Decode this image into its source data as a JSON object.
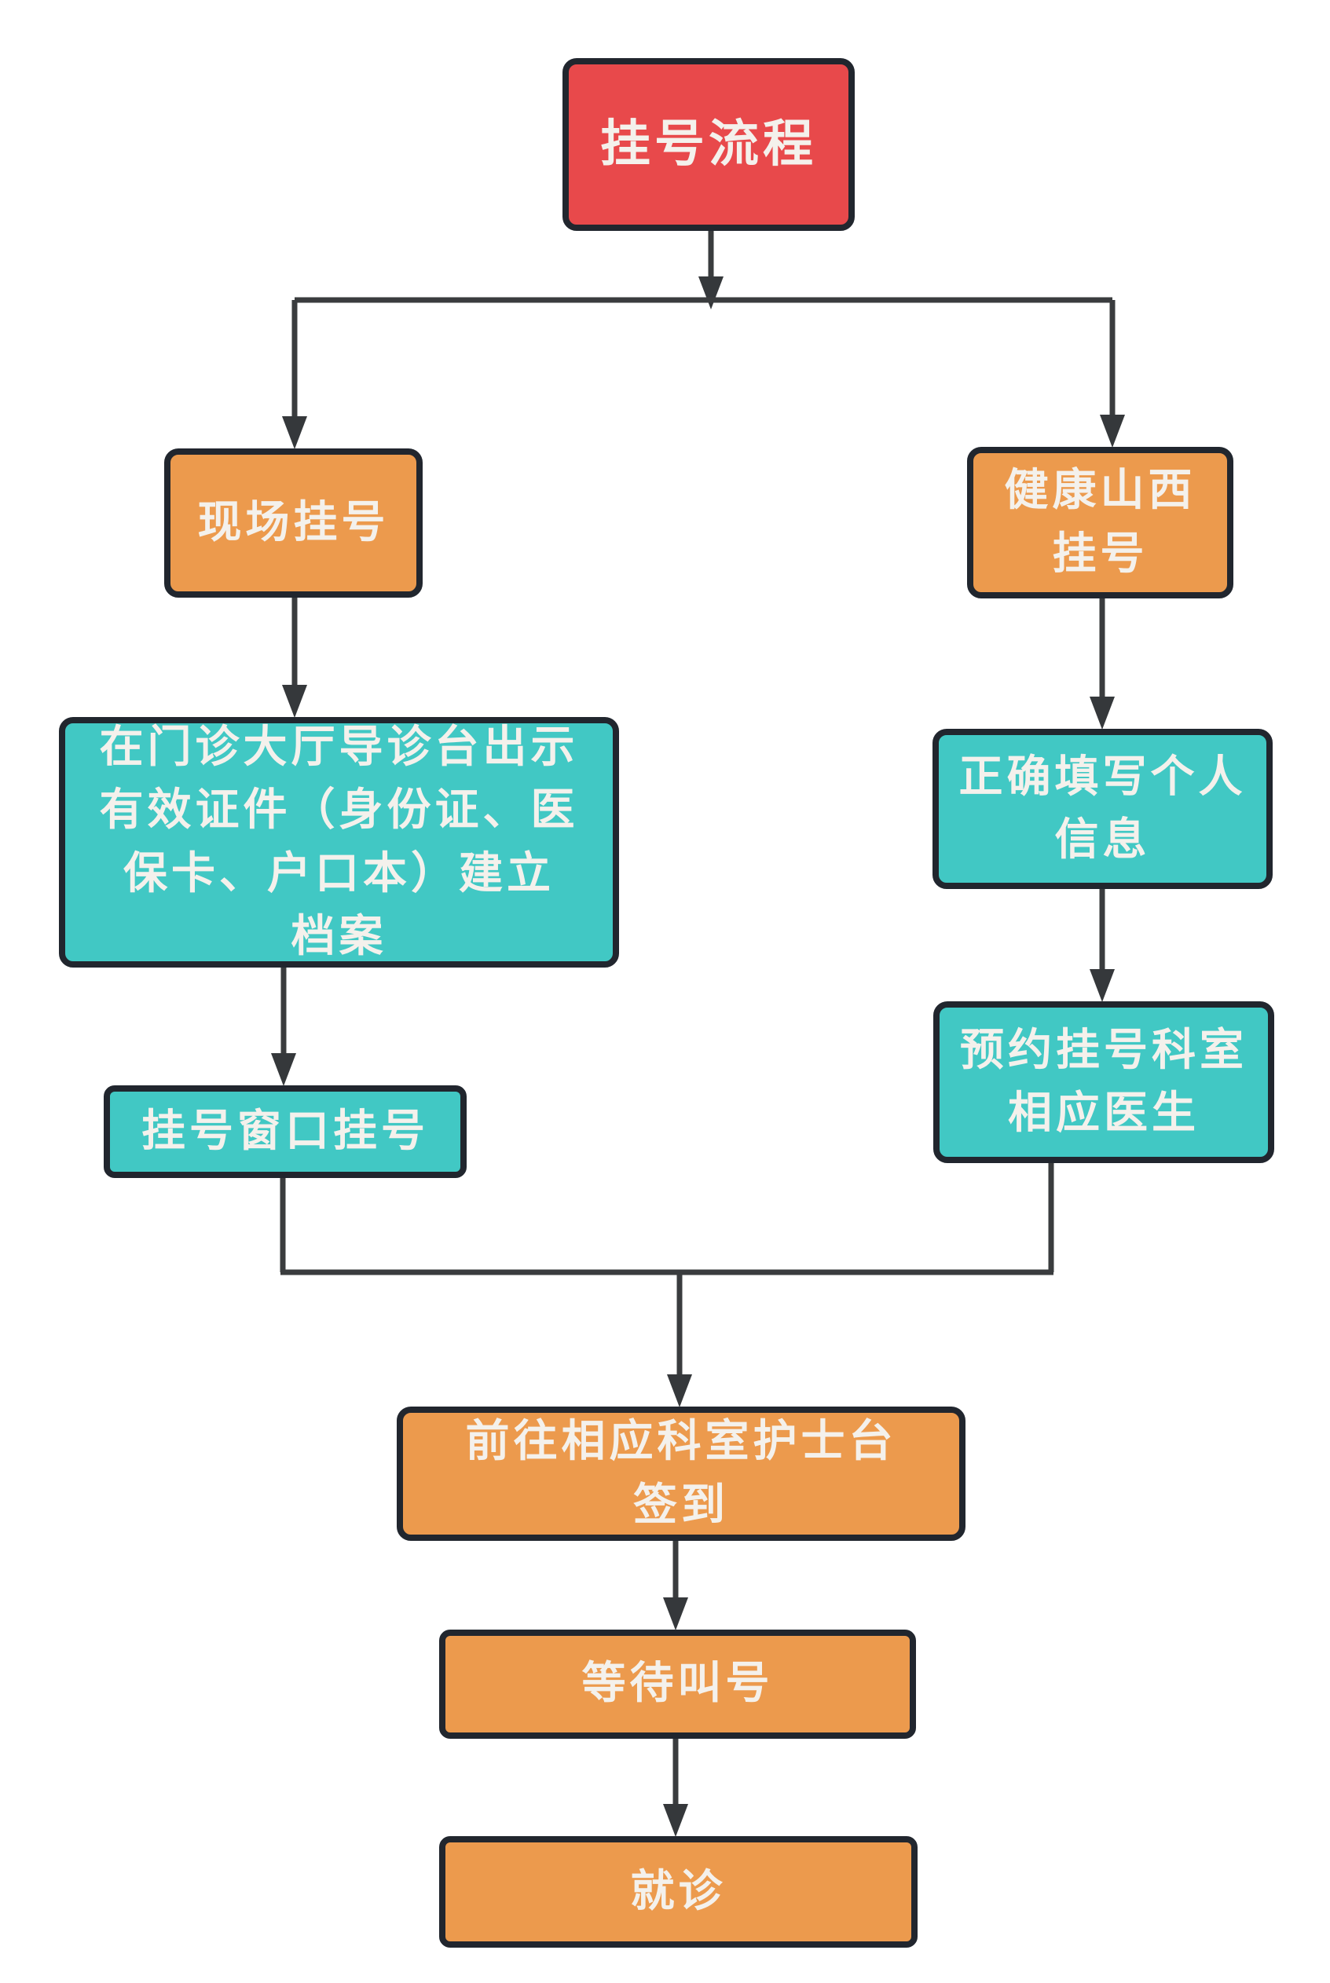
{
  "diagram": {
    "title": "挂号流程",
    "nodes": {
      "title": {
        "label": "挂号流程",
        "role": "start",
        "fill": "#e8494b"
      },
      "onsite": {
        "label": "现场挂号",
        "role": "branch",
        "fill": "#ec9a4d"
      },
      "online": {
        "label": "健康山西\n挂号",
        "role": "branch",
        "fill": "#ec9a4d"
      },
      "docs": {
        "label": "在门诊大厅导诊台出示\n有效证件（身份证、医\n保卡、户口本）建立\n档案",
        "role": "step",
        "fill": "#41c8c4"
      },
      "window": {
        "label": "挂号窗口挂号",
        "role": "step",
        "fill": "#41c8c4"
      },
      "fillinfo": {
        "label": "正确填写个人\n信息",
        "role": "step",
        "fill": "#41c8c4"
      },
      "appointment": {
        "label": "预约挂号科室\n相应医生",
        "role": "step",
        "fill": "#41c8c4"
      },
      "checkin": {
        "label": "前往相应科室护士台\n签到",
        "role": "step",
        "fill": "#ec9a4d"
      },
      "wait": {
        "label": "等待叫号",
        "role": "step",
        "fill": "#ec9a4d"
      },
      "visit": {
        "label": "就诊",
        "role": "end",
        "fill": "#ec9a4d"
      }
    },
    "edges": [
      {
        "from": "title",
        "to": "onsite"
      },
      {
        "from": "title",
        "to": "online"
      },
      {
        "from": "onsite",
        "to": "docs"
      },
      {
        "from": "docs",
        "to": "window"
      },
      {
        "from": "online",
        "to": "fillinfo"
      },
      {
        "from": "fillinfo",
        "to": "appointment"
      },
      {
        "from": "window",
        "to": "checkin"
      },
      {
        "from": "appointment",
        "to": "checkin"
      },
      {
        "from": "checkin",
        "to": "wait"
      },
      {
        "from": "wait",
        "to": "visit"
      }
    ],
    "palette": {
      "start_fill": "#e8494b",
      "orange_fill": "#ec9a4d",
      "teal_fill": "#41c8c4",
      "node_border": "#21262e",
      "connector": "#3a3c3e",
      "text": "#f4f1ec",
      "background": "#ffffff"
    }
  }
}
